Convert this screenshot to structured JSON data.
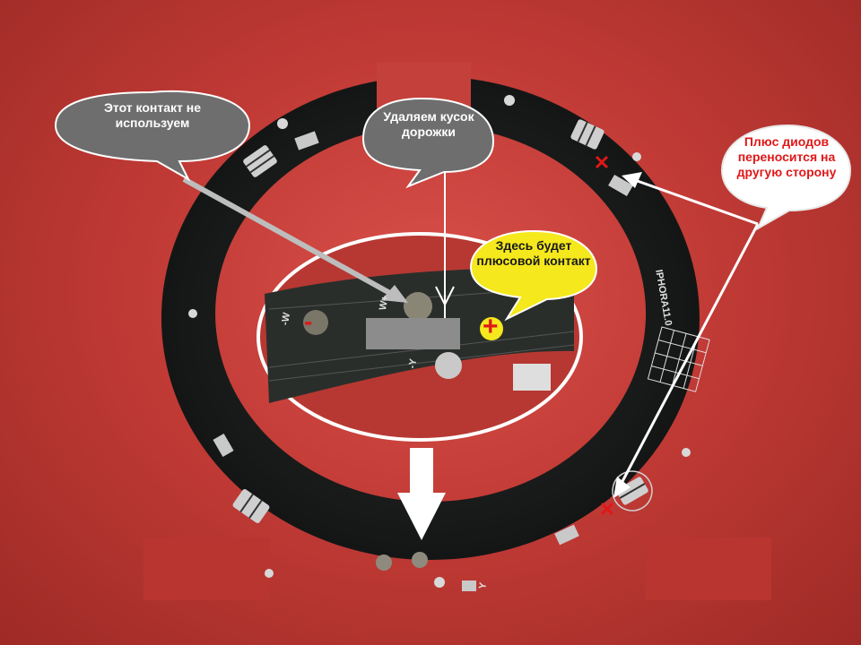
{
  "callouts": {
    "unused_contact": "Этот контакт не используем",
    "remove_track": "Удаляем кусок дорожки",
    "plus_contact": "Здесь будет плюсовой контакт",
    "diode_plus_moved": "Плюс диодов переносится на другую сторону"
  },
  "pcb_labels": {
    "board_code": "IPHORA11.0",
    "minus_sign": "-",
    "plus_sign": "+",
    "pad_labels": [
      "-W",
      "W+",
      "-Y",
      "Y"
    ]
  },
  "marker_color_red": "#e01818",
  "callout_colors": {
    "grey": "#6e6e6e",
    "yellow": "#f5e81c",
    "white": "#ffffff"
  }
}
